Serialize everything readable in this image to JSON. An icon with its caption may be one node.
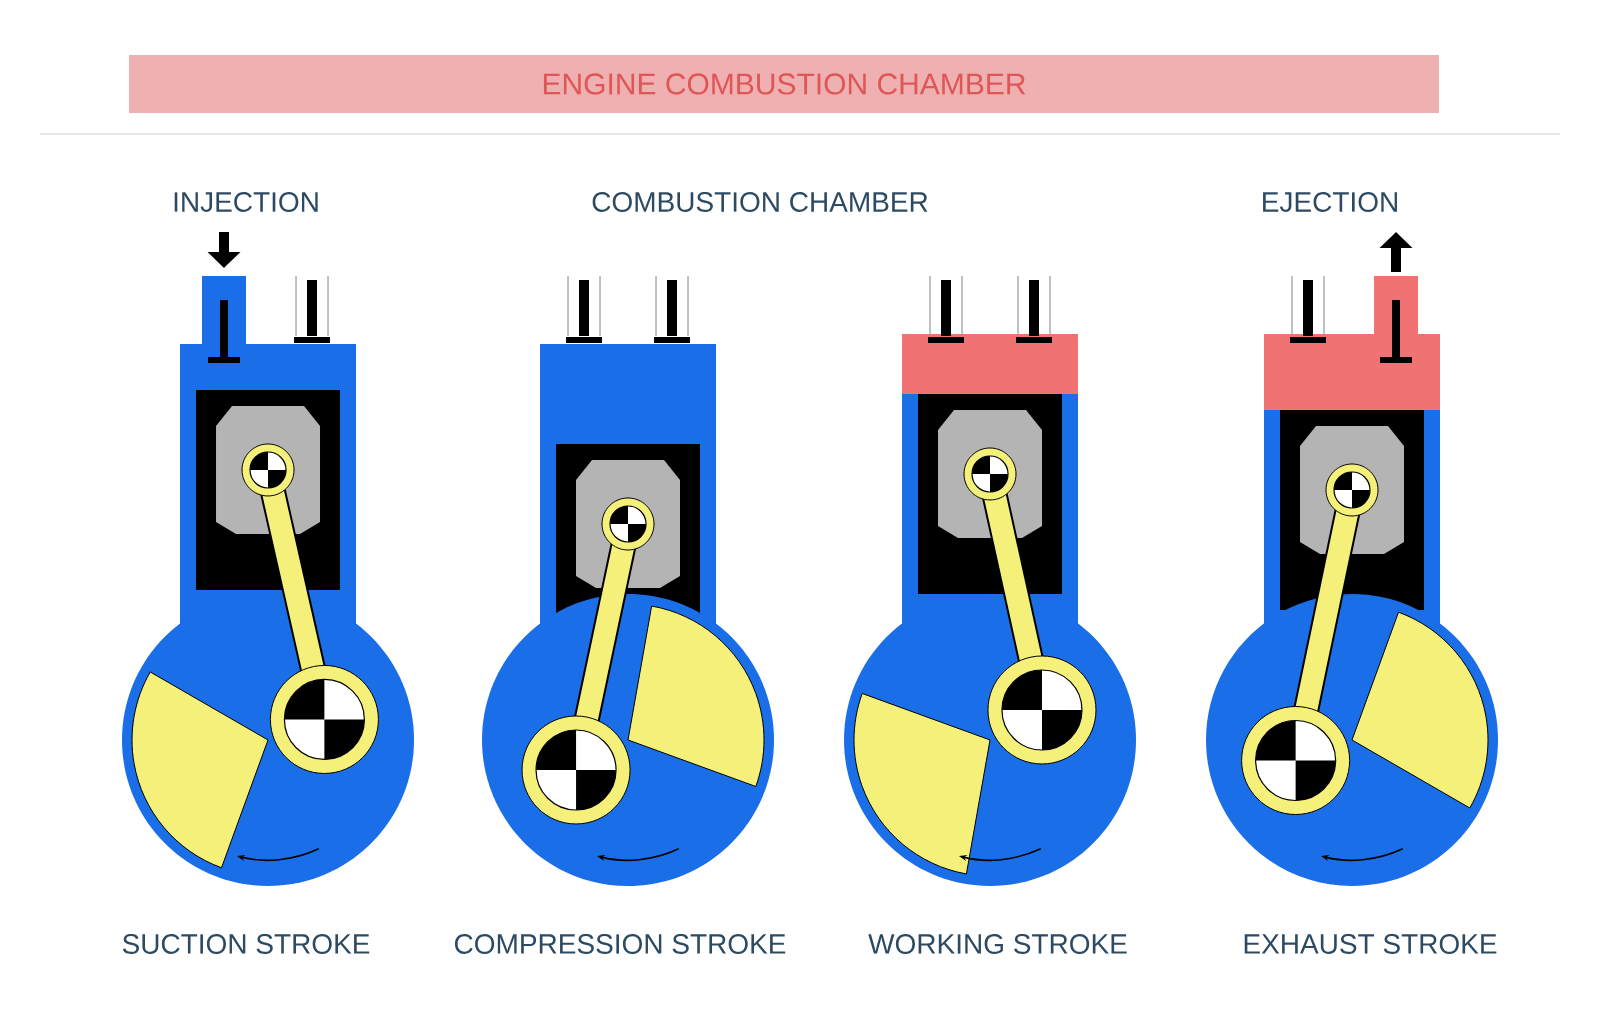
{
  "diagram": {
    "title": "ENGINE COMBUSTION CHAMBER",
    "labels": [
      "INJECTION",
      "COMBUSTION CHAMBER",
      "EJECTION",
      "SUCTION STROKE",
      "COMPRESSION STROKE",
      "WORKING STROKE",
      "EXHAUST STROKE"
    ]
  }
}
